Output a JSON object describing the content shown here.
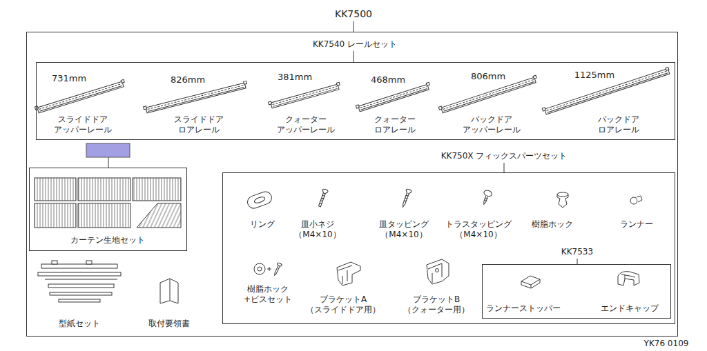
{
  "diagram": {
    "nodes": [
      {
        "text": [
          "KK7500"
        ]
      },
      {
        "text": [
          "KK7540 レールセット"
        ],
        "in": 0
      },
      {
        "text": [
          "カーテン生地セット"
        ],
        "in": 0
      },
      {
        "text": [
          "KK750X フィックスパーツセット"
        ],
        "in": 0
      },
      {
        "text": [
          "KK7533"
        ],
        "in": 3
      }
    ],
    "labels": [
      "731mm",
      "スライドドア アッパーレール",
      "826mm",
      "スライドドア ロアレール",
      "381mm",
      "クォーター アッパーレール",
      "468mm",
      "クォーター ロアレール",
      "806mm",
      "バックドア アッパーレール",
      "1125mm",
      "バックドア ロアレール",
      "型紙セット",
      "取付要領書",
      "リング",
      "皿小ネジ （M4×10）",
      "皿タッピング （M4×10）",
      "トラスタッピング （M4×10）",
      "樹脂ホック",
      "ランナー",
      "樹脂ホック +ビスセット",
      "ブラケットA （スライドドア用）",
      "ブラケットB （クォーター用）",
      "ランナーストッパー",
      "エンドキャップ",
      "YK76 0109"
    ]
  }
}
